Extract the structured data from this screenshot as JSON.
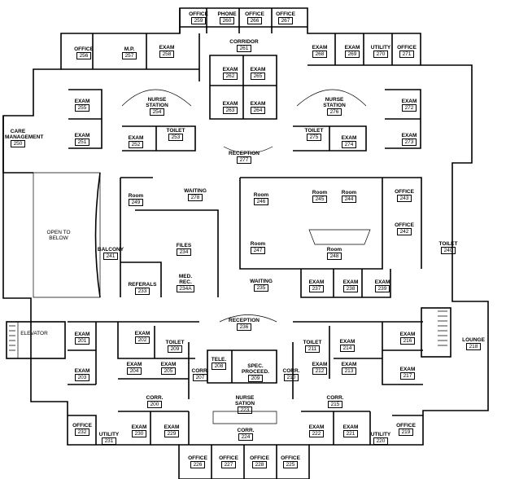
{
  "rooms": [
    {
      "id": "r259",
      "name": "OFFICE",
      "num": "259"
    },
    {
      "id": "r260",
      "name": "PHONE",
      "num": "260"
    },
    {
      "id": "r266",
      "name": "OFFICE",
      "num": "266"
    },
    {
      "id": "r267",
      "name": "OFFICE",
      "num": "267"
    },
    {
      "id": "r261",
      "name": "CORRIDOR",
      "num": "261"
    },
    {
      "id": "r256",
      "name": "OFFICE",
      "num": "256"
    },
    {
      "id": "r257",
      "name": "M.P.",
      "num": "257"
    },
    {
      "id": "r258",
      "name": "EXAM",
      "num": "258"
    },
    {
      "id": "r268",
      "name": "EXAM",
      "num": "268"
    },
    {
      "id": "r269",
      "name": "EXAM",
      "num": "269"
    },
    {
      "id": "r270",
      "name": "UTILITY",
      "num": "270"
    },
    {
      "id": "r271",
      "name": "OFFICE",
      "num": "271"
    },
    {
      "id": "r262",
      "name": "EXAM",
      "num": "262"
    },
    {
      "id": "r265",
      "name": "EXAM",
      "num": "265"
    },
    {
      "id": "r263",
      "name": "EXAM",
      "num": "263"
    },
    {
      "id": "r264",
      "name": "EXAM",
      "num": "264"
    },
    {
      "id": "r254",
      "name": "NURSE STATION",
      "num": "254"
    },
    {
      "id": "r276",
      "name": "NURSE STATION",
      "num": "276"
    },
    {
      "id": "r255",
      "name": "EXAM",
      "num": "255"
    },
    {
      "id": "r272",
      "name": "EXAM",
      "num": "272"
    },
    {
      "id": "r250",
      "name": "CARE MANAGEMENT",
      "num": "250"
    },
    {
      "id": "r251",
      "name": "EXAM",
      "num": "251"
    },
    {
      "id": "r252",
      "name": "EXAM",
      "num": "252"
    },
    {
      "id": "r253",
      "name": "TOILET",
      "num": "253"
    },
    {
      "id": "r275",
      "name": "TOILET",
      "num": "275"
    },
    {
      "id": "r274",
      "name": "EXAM",
      "num": "274"
    },
    {
      "id": "r273",
      "name": "EXAM",
      "num": "273"
    },
    {
      "id": "r277",
      "name": "RECEPTION",
      "num": "277"
    },
    {
      "id": "r249",
      "name": "Room",
      "num": "249"
    },
    {
      "id": "r278",
      "name": "WAITING",
      "num": "278"
    },
    {
      "id": "r246",
      "name": "Room",
      "num": "246"
    },
    {
      "id": "r245",
      "name": "Room",
      "num": "245"
    },
    {
      "id": "r244",
      "name": "Room",
      "num": "244"
    },
    {
      "id": "r243",
      "name": "OFFICE",
      "num": "243"
    },
    {
      "id": "r242",
      "name": "OFFICE",
      "num": "242"
    },
    {
      "id": "r241",
      "name": "BALCONY",
      "num": "241"
    },
    {
      "id": "r234",
      "name": "FILES",
      "num": "234"
    },
    {
      "id": "r247",
      "name": "Room",
      "num": "247"
    },
    {
      "id": "r248",
      "name": "Room",
      "num": "248"
    },
    {
      "id": "r240",
      "name": "TOILET",
      "num": "240"
    },
    {
      "id": "r233",
      "name": "REFERALS",
      "num": "233"
    },
    {
      "id": "r234a",
      "name": "MED. REC.",
      "num": "234A"
    },
    {
      "id": "r235",
      "name": "WAITING",
      "num": "235"
    },
    {
      "id": "r237",
      "name": "EXAM",
      "num": "237"
    },
    {
      "id": "r238",
      "name": "EXAM",
      "num": "238"
    },
    {
      "id": "r239",
      "name": "EXAM",
      "num": "239"
    },
    {
      "id": "r236",
      "name": "RECEPTION",
      "num": "236"
    },
    {
      "id": "r201",
      "name": "EXAM",
      "num": "201"
    },
    {
      "id": "r202",
      "name": "EXAM",
      "num": "202"
    },
    {
      "id": "r209t",
      "name": "TOILET",
      "num": "209"
    },
    {
      "id": "r211",
      "name": "TOILET",
      "num": "211"
    },
    {
      "id": "r214",
      "name": "EXAM",
      "num": "214"
    },
    {
      "id": "r216",
      "name": "EXAM",
      "num": "216"
    },
    {
      "id": "r218",
      "name": "LOUNGE",
      "num": "218"
    },
    {
      "id": "r204",
      "name": "EXAM",
      "num": "204"
    },
    {
      "id": "r205",
      "name": "EXAM",
      "num": "205"
    },
    {
      "id": "r208",
      "name": "TELE.",
      "num": "208"
    },
    {
      "id": "r209",
      "name": "SPEC. PROCEED.",
      "num": "209"
    },
    {
      "id": "r212",
      "name": "EXAM",
      "num": "212"
    },
    {
      "id": "r213",
      "name": "EXAM",
      "num": "213"
    },
    {
      "id": "r203",
      "name": "EXAM",
      "num": "203"
    },
    {
      "id": "r207",
      "name": "CORR.",
      "num": "207"
    },
    {
      "id": "r210",
      "name": "CORR.",
      "num": "210"
    },
    {
      "id": "r217",
      "name": "EXAM",
      "num": "217"
    },
    {
      "id": "r200",
      "name": "CORR.",
      "num": "200"
    },
    {
      "id": "r223",
      "name": "NURSE SATION",
      "num": "223"
    },
    {
      "id": "r215",
      "name": "CORR.",
      "num": "215"
    },
    {
      "id": "r232",
      "name": "OFFICE",
      "num": "232"
    },
    {
      "id": "r230",
      "name": "EXAM",
      "num": "230"
    },
    {
      "id": "r229",
      "name": "EXAM",
      "num": "229"
    },
    {
      "id": "r224",
      "name": "CORR.",
      "num": "224"
    },
    {
      "id": "r222",
      "name": "EXAM",
      "num": "222"
    },
    {
      "id": "r221",
      "name": "EXAM",
      "num": "221"
    },
    {
      "id": "r219",
      "name": "OFFICE",
      "num": "219"
    },
    {
      "id": "r231",
      "name": "UTILITY",
      "num": "231"
    },
    {
      "id": "r220",
      "name": "UTILITY",
      "num": "220"
    },
    {
      "id": "r226",
      "name": "OFFICE",
      "num": "226"
    },
    {
      "id": "r227",
      "name": "OFFICE",
      "num": "227"
    },
    {
      "id": "r228",
      "name": "OFFICE",
      "num": "228"
    },
    {
      "id": "r225",
      "name": "OFFICE",
      "num": "225"
    }
  ],
  "labels": {
    "open_to_below": "OPEN TO BELOW",
    "elevator": "ELEVATOR"
  }
}
